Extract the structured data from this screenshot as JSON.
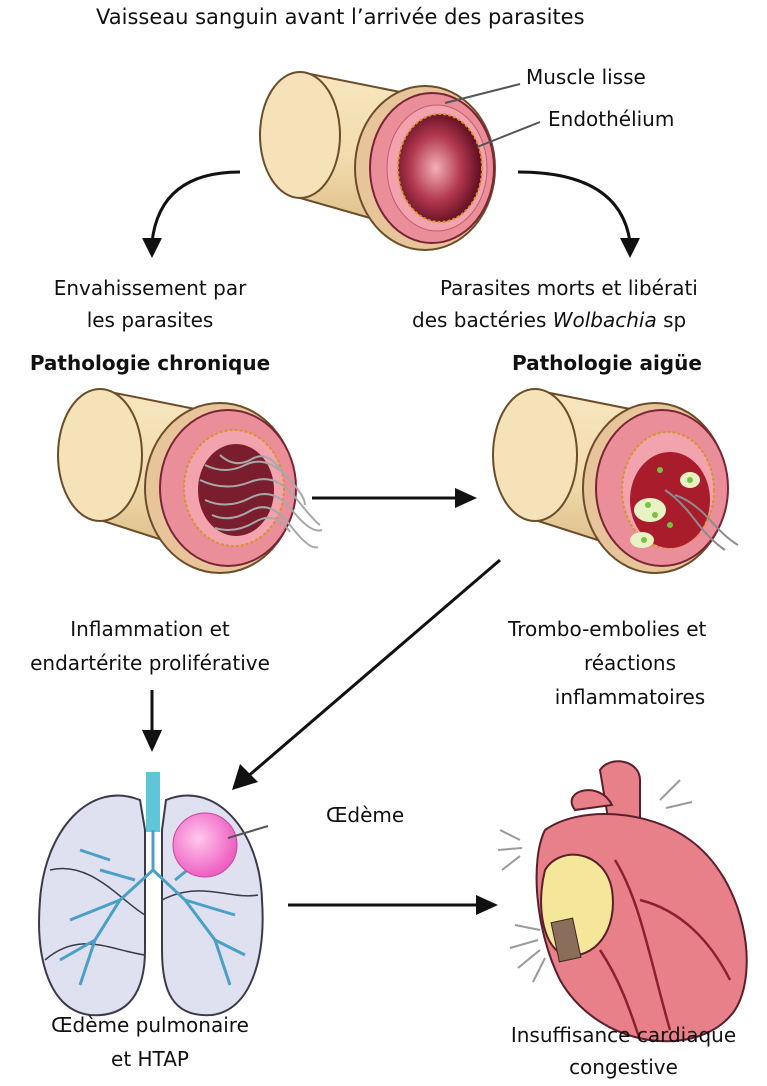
{
  "title": "Vaisseau sanguin avant l’arrivée des parasites",
  "labels": {
    "muscle": "Muscle lisse",
    "endothelium": "Endothélium",
    "left_line1": "Envahissement par",
    "left_line2": "les parasites",
    "left_heading": "Pathologie chronique",
    "right_line1": "Parasites morts et libérati",
    "right_line2_a": "des bactéries ",
    "right_line2_b": "Wolbachia",
    "right_line2_c": " sp",
    "right_heading": "Pathologie aigüe",
    "inflam_1": "Inflammation et",
    "inflam_2": "endartérite proliférative",
    "trombo_1": "Trombo-embolies et",
    "trombo_2": "réactions",
    "trombo_3": "inflammatoires",
    "oedeme": "Œdème",
    "pulm_1": "Œdème pulmonaire",
    "pulm_2": "et HTAP",
    "ic_1": "Insuffisance cardiaque",
    "ic_2": "congestive"
  },
  "colors": {
    "tube_outer": "#f0d9a8",
    "muscle": "#e98d98",
    "lumen_dark": "#6e0f25",
    "lung_fill": "#dfe0f0",
    "bronchi": "#4aa0c7",
    "edema": "#f072c8",
    "heart": "#e8808a",
    "heart_yellow": "#f5e79a"
  }
}
